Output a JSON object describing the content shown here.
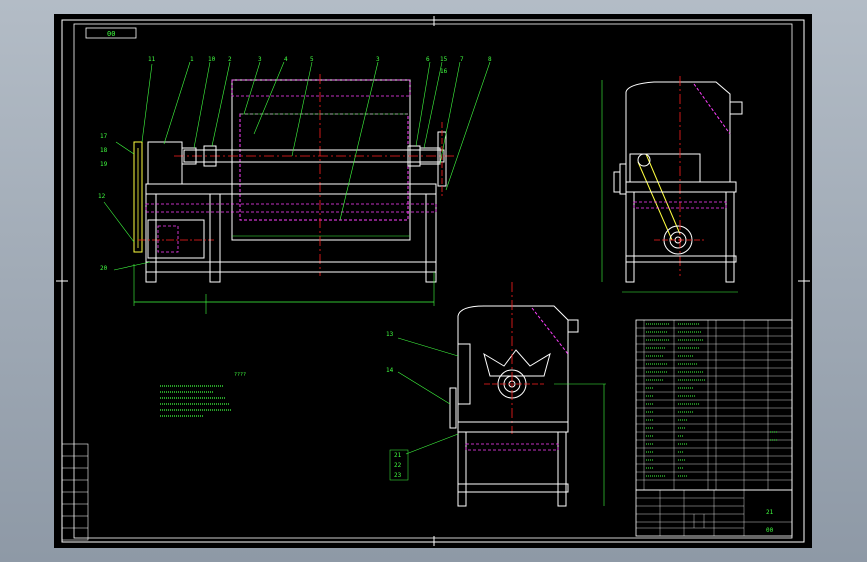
{
  "drawing": {
    "title_box_text": "00",
    "drawing_number": "00",
    "sheet_label": "21",
    "callouts_top": [
      "11",
      "1",
      "10",
      "2",
      "3",
      "4",
      "5",
      "3",
      "6",
      "15",
      "16",
      "7",
      "8"
    ],
    "callouts_left": [
      "17",
      "18",
      "19",
      "12",
      "20"
    ],
    "callouts_side": [
      "13",
      "14",
      "21",
      "22",
      "23"
    ],
    "notes_title": "????",
    "colors": {
      "frame": "#ffffff",
      "outline": "#ffffff",
      "hidden": "#ff40ff",
      "center": "#ff2020",
      "dim": "#40ff40",
      "text": "#ffff40",
      "cyan": "#40ffff"
    }
  }
}
